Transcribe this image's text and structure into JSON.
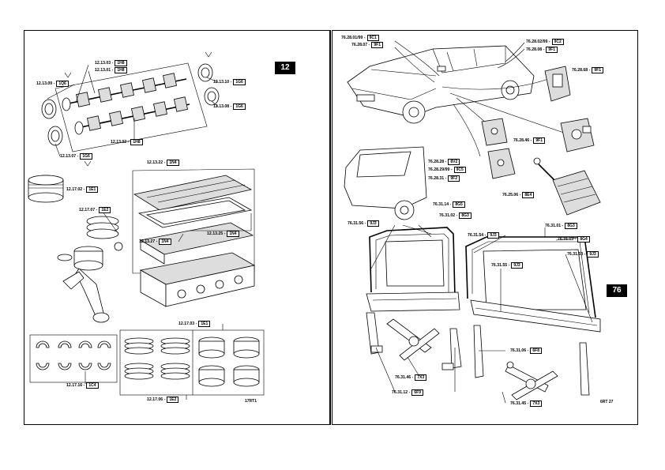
{
  "left_page": {
    "section_tab": "12",
    "footer_code": "17RT1",
    "callouts": [
      {
        "ref": "12.13.03 -",
        "code": "1H8"
      },
      {
        "ref": "12.13.01 -",
        "code": "1H8"
      },
      {
        "ref": "12.13.09 -",
        "code": "1Q6"
      },
      {
        "ref": "12.13.10 -",
        "code": "1G6"
      },
      {
        "ref": "12.13.08 -",
        "code": "1G6"
      },
      {
        "ref": "12.13.02 -",
        "code": "1H8"
      },
      {
        "ref": "12.13.07 -",
        "code": "1G6"
      },
      {
        "ref": "12.13.22 -",
        "code": "1N4"
      },
      {
        "ref": "12.17.02 -",
        "code": "1E1"
      },
      {
        "ref": "12.17.07 -",
        "code": "1E2"
      },
      {
        "ref": "12.13.25 -",
        "code": "1N4"
      },
      {
        "ref": "12.13.27 -",
        "code": "1N4"
      },
      {
        "ref": "12.17.03 -",
        "code": "1E1"
      },
      {
        "ref": "12.17.16 -",
        "code": "1C4"
      },
      {
        "ref": "12.17.06 -",
        "code": "1E2"
      }
    ]
  },
  "right_page": {
    "section_tab": "76",
    "footer_code": "6RT 27",
    "callouts": [
      {
        "ref": "76.28.01/99 -",
        "code": "9C1"
      },
      {
        "ref": "76.28.07 -",
        "code": "9F1"
      },
      {
        "ref": "76.28.02/99 -",
        "code": "9C2"
      },
      {
        "ref": "76.28.08 -",
        "code": "9F1"
      },
      {
        "ref": "76.28.68 -",
        "code": "9F1"
      },
      {
        "ref": "76.28.46 -",
        "code": "9F1"
      },
      {
        "ref": "76.28.28 -",
        "code": "8V2"
      },
      {
        "ref": "76.28.29/99 -",
        "code": "9C5"
      },
      {
        "ref": "76.28.31 -",
        "code": "9F2"
      },
      {
        "ref": "76.25.06 -",
        "code": "8E4"
      },
      {
        "ref": "76.31.14 -",
        "code": "8G5"
      },
      {
        "ref": "76.31.02 -",
        "code": "8G3"
      },
      {
        "ref": "76.31.56 -",
        "code": "9J3"
      },
      {
        "ref": "76.31.54 -",
        "code": "9J3"
      },
      {
        "ref": "76.31.01 -",
        "code": "8G3"
      },
      {
        "ref": "76.31.13 -",
        "code": "8G4"
      },
      {
        "ref": "76.31.53 -",
        "code": "9J3"
      },
      {
        "ref": "76.31.55 -",
        "code": "9J3"
      },
      {
        "ref": "76.31.06 -",
        "code": "6F8"
      },
      {
        "ref": "76.31.46 -",
        "code": "7X3"
      },
      {
        "ref": "76.31.12 -",
        "code": "6F9"
      },
      {
        "ref": "76.31.45 -",
        "code": "7X3"
      }
    ]
  }
}
